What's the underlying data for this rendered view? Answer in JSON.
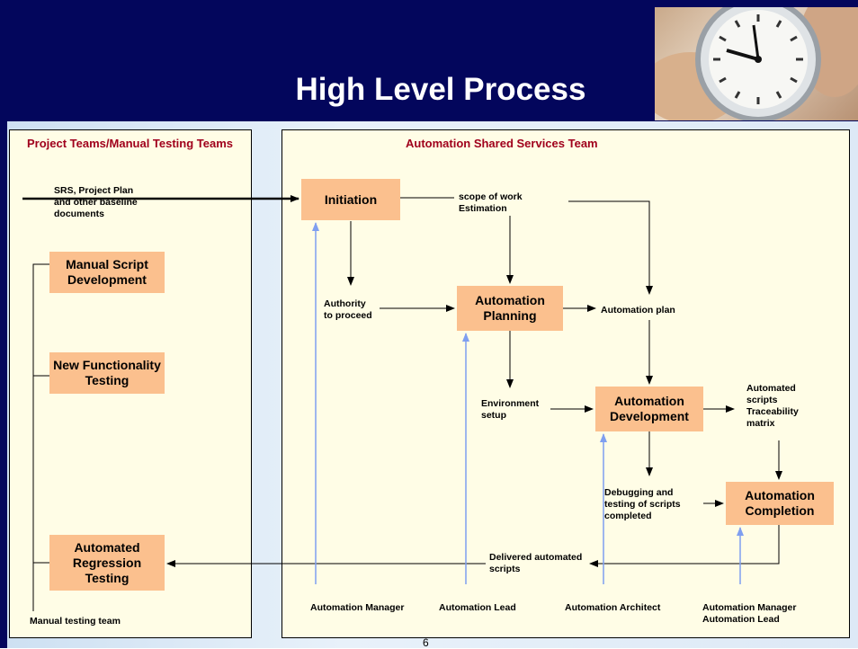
{
  "header": {
    "title": "High Level Process"
  },
  "panels": {
    "left_title": "Project Teams/Manual Testing Teams",
    "right_title": "Automation Shared Services Team"
  },
  "boxes": {
    "initiation": "Initiation",
    "automation_planning": "Automation\nPlanning",
    "automation_development": "Automation\nDevelopment",
    "automation_completion": "Automation\nCompletion",
    "manual_script_development": "Manual Script\nDevelopment",
    "new_functionality_testing": "New Functionality\nTesting",
    "automated_regression_testing": "Automated\nRegression\nTesting"
  },
  "labels": {
    "inputs": "SRS, Project Plan\nand other baseline\ndocuments",
    "scope": "scope of work\nEstimation",
    "authority": "Authority\nto proceed",
    "automation_plan": "Automation plan",
    "environment": "Environment\nsetup",
    "automated_scripts": "Automated\nscripts\nTraceability\nmatrix",
    "debugging": "Debugging and\ntesting of scripts\ncompleted",
    "deliver": "Delivered automated\nscripts",
    "manual_team": "Manual testing team"
  },
  "roles": {
    "manager": "Automation Manager",
    "lead": "Automation Lead",
    "architect": "Automation Architect",
    "manager_lead": "Automation Manager\nAutomation Lead"
  },
  "footer": {
    "page_number": "6"
  },
  "colors": {
    "header_bg": "#03065c",
    "box_fill": "#fbc08e",
    "panel_fill": "#fffde6",
    "panel_title": "#a0001c",
    "role_arrow": "#7f9ff0"
  }
}
